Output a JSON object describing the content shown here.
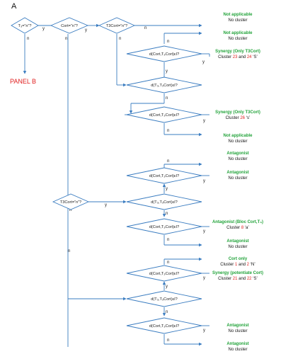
{
  "panel_label": "A",
  "panel_b_label": "PANEL B",
  "colors": {
    "line": "#3a7cc0",
    "outcome_title": "#22a33a",
    "cluster_number": "#e02020",
    "panel_b": "#e02020",
    "text": "#111111"
  },
  "edge_labels": {
    "yes": "y",
    "no": "n"
  },
  "decisions": [
    "T₃=“n”?",
    "Cort=“n”?",
    "T3Cort=“n”?",
    "d(Cort,T₃Cort)εI?",
    "d(T₃,T₃Cort)εI?",
    "d(Cort,T₃Cort)εI?",
    "d(Cort,T₃Cort)εI?",
    "T3Cort=“n”?",
    "d(T₃,T₃Cort)εI?",
    "d(Cort,T₃Cort)εI?",
    "d(Cort,T₃Cort)εI?",
    "d(T₃,T₃Cort)εI?",
    "d(Cort,T₃Cort)εI?"
  ],
  "outcomes": [
    {
      "title": "Not applicable",
      "sub": "No cluster"
    },
    {
      "title": "Not applicable",
      "sub": "No cluster"
    },
    {
      "title": "Synergy (Only T3Cort)",
      "sub_prefix": "Cluster ",
      "n1": "23",
      "mid": " and ",
      "n2": "24",
      "tag": " ‘S’"
    },
    {
      "title": "Synergy (Only T3Cort)",
      "sub_prefix": "Cluster ",
      "n1": "26",
      "tag": " ‘s’"
    },
    {
      "title": "Not applicable",
      "sub": "No cluster"
    },
    {
      "title": "Antagonist",
      "sub": "No cluster"
    },
    {
      "title": "Antagonist",
      "sub": "No cluster"
    },
    {
      "title": "Antagonist (Bloc Cort,T₃)",
      "sub_prefix": "Cluster ",
      "n1": "8",
      "tag": " ‘a’"
    },
    {
      "title": "Antagonist",
      "sub": "No cluster"
    },
    {
      "title": "Cort only",
      "sub_prefix": "Cluster ",
      "n1": "1",
      "mid": " and ",
      "n2": "2",
      "tag": " ‘N’"
    },
    {
      "title": "Synergy (potentiate Cort)",
      "sub_prefix": "Cluster ",
      "n1": "21",
      "mid": " and ",
      "n2": "22",
      "tag": " ‘S’"
    },
    {
      "title": "Antagonist",
      "sub": "No cluster"
    },
    {
      "title": "Antagonist",
      "sub": "No cluster"
    }
  ]
}
